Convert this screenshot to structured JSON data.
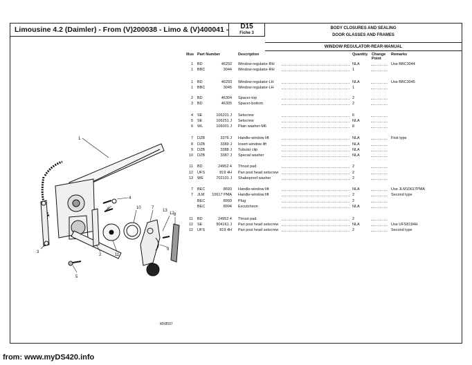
{
  "header": {
    "title": "Limousine 4.2 (Daimler) - From (V)200038 - Limo & (V)400041 -",
    "fiche_code": "D15",
    "fiche_label": "Fiche 3",
    "section_1": "BODY CLOSURES AND SEALING",
    "section_2": "DOOR GLASSES AND FRAMES",
    "subsection": "WINDOW REGULATOR-REAR-MANUAL"
  },
  "columns": {
    "illus": "Illus",
    "part_number": "Part Number",
    "description": "Description",
    "quantity": "Quantity",
    "change_point": "Change Point",
    "remarks": "Remarks"
  },
  "parts": [
    {
      "illus": "1",
      "prefix": "BD",
      "number": "46292",
      "desc": "Window regulator-RH",
      "qty": "NLA",
      "remarks": "Use BBC3044"
    },
    {
      "illus": "1",
      "prefix": "BBC",
      "number": "3044",
      "desc": "Window regulator-RH",
      "qty": "1",
      "remarks": ""
    },
    {
      "illus": "1",
      "prefix": "BD",
      "number": "46293",
      "desc": "Window regulator-LH",
      "qty": "NLA",
      "remarks": "Use BBC3045"
    },
    {
      "illus": "1",
      "prefix": "BBC",
      "number": "3045",
      "desc": "Window regulator-LH",
      "qty": "1",
      "remarks": ""
    },
    {
      "illus": "2",
      "prefix": "BD",
      "number": "46304",
      "desc": "Spacer-top",
      "qty": "2",
      "remarks": ""
    },
    {
      "illus": "3",
      "prefix": "BD",
      "number": "46305",
      "desc": "Spacer-bottom",
      "qty": "2",
      "remarks": ""
    },
    {
      "illus": "4",
      "prefix": "SE",
      "number": "106201 J",
      "desc": "Setscrew",
      "qty": "6",
      "remarks": ""
    },
    {
      "illus": "5",
      "prefix": "SE",
      "number": "106251 J",
      "desc": "Setscrew",
      "qty": "NLA",
      "remarks": ""
    },
    {
      "illus": "6",
      "prefix": "WL",
      "number": "106001 J",
      "desc": "Plain washer-M6",
      "qty": "8",
      "remarks": ""
    },
    {
      "illus": "7",
      "prefix": "DZB",
      "number": "3376 J",
      "desc": "Handle-window lift",
      "qty": "NLA",
      "remarks": "First type"
    },
    {
      "illus": "8",
      "prefix": "DZB",
      "number": "3389 J",
      "desc": "Insert-window lift",
      "qty": "NLA",
      "remarks": ""
    },
    {
      "illus": "9",
      "prefix": "DZB",
      "number": "3388 J",
      "desc": "Tubular clip",
      "qty": "NLA",
      "remarks": ""
    },
    {
      "illus": "10",
      "prefix": "DZB",
      "number": "3387 J",
      "desc": "Special washer",
      "qty": "NLA",
      "remarks": ""
    },
    {
      "illus": "11",
      "prefix": "BD",
      "number": "24952 4",
      "desc": "Thrust pad",
      "qty": "2",
      "remarks": ""
    },
    {
      "illus": "12",
      "prefix": "UFS",
      "number": "819 4H",
      "desc": "Pan posi head setscrew",
      "qty": "2",
      "remarks": ""
    },
    {
      "illus": "13",
      "prefix": "WE",
      "number": "702101 J",
      "desc": "Shakeproof washer",
      "qty": "2",
      "remarks": ""
    },
    {
      "illus": "7",
      "prefix": "BEC",
      "number": "8693",
      "desc": "Handle-window lift",
      "qty": "NLA",
      "remarks": "Use JLM10617PMA"
    },
    {
      "illus": "7",
      "prefix": "JLM",
      "number": "10617 PMA",
      "desc": "Handle-window lift",
      "qty": "2",
      "remarks": "Second type"
    },
    {
      "illus": "",
      "prefix": "BEC",
      "number": "8993",
      "desc": "Plug",
      "qty": "2",
      "remarks": ""
    },
    {
      "illus": "",
      "prefix": "BEC",
      "number": "8994",
      "desc": "Escutcheon",
      "qty": "NLA",
      "remarks": ""
    },
    {
      "illus": "11",
      "prefix": "BD",
      "number": "24952 4",
      "desc": "Thrust pad",
      "qty": "2",
      "remarks": ""
    },
    {
      "illus": "12",
      "prefix": "SE",
      "number": "904161 J",
      "desc": "Pan posi head setscrew",
      "qty": "NLA",
      "remarks": "Use UFS8194H"
    },
    {
      "illus": "12",
      "prefix": "UFS",
      "number": "819 4H",
      "desc": "Pan posi head setscrew",
      "qty": "2",
      "remarks": "Second type"
    }
  ],
  "diagram": {
    "callouts": [
      "1",
      "2",
      "3",
      "4",
      "5",
      "6",
      "7",
      "8",
      "9",
      "10",
      "11",
      "12",
      "13"
    ],
    "ref": "MX8597"
  },
  "footer": "from: www.myDS420.info"
}
